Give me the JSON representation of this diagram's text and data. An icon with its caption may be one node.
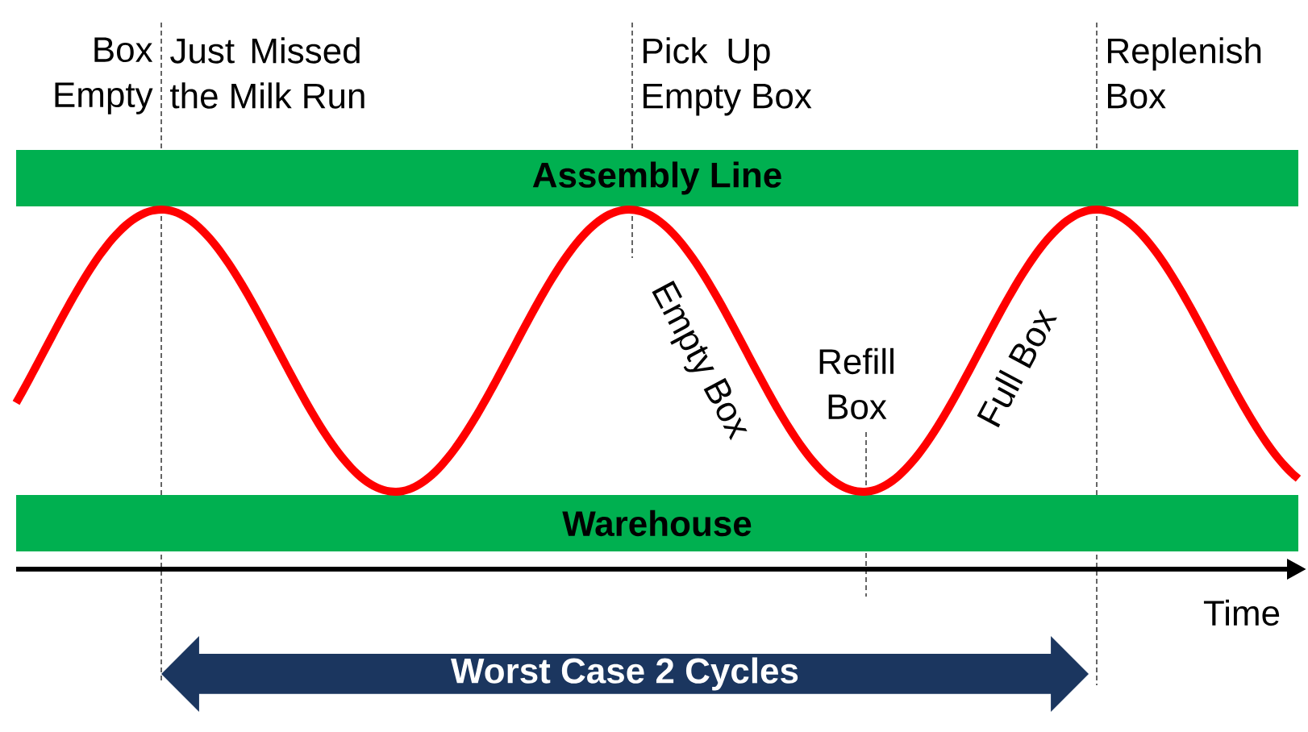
{
  "diagram": {
    "nodes": [
      {
        "text": [
          "Assembly Line"
        ]
      },
      {
        "text": [
          "Warehouse"
        ]
      },
      {
        "text": [
          "Worst Case 2 Cycles"
        ]
      }
    ],
    "labels": [
      "Box Empty",
      "Just Missed the Milk Run",
      "Pick Up Empty Box",
      "Replenish Box",
      "Empty Box",
      "Refill Box",
      "Full Box",
      "Time"
    ]
  }
}
